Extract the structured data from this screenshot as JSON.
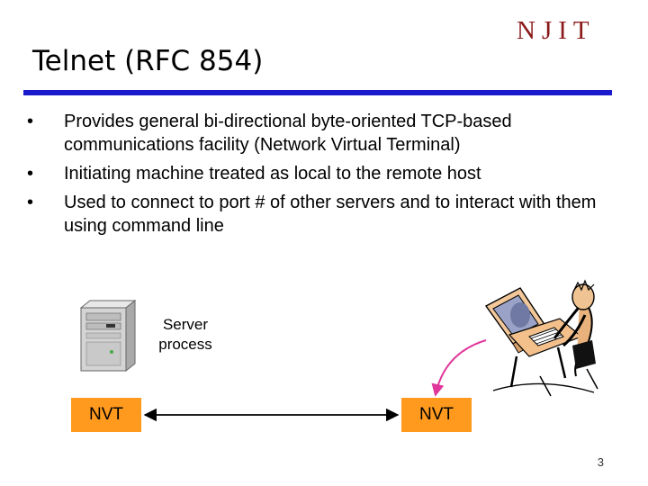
{
  "slide": {
    "title": "Telnet (RFC 854)",
    "logo_text": "NJIT",
    "bullets": [
      "Provides general bi-directional byte-oriented TCP-based communications facility (Network Virtual Terminal)",
      "Initiating machine treated as local to the remote host",
      "Used to connect to port # of other servers and to interact with them using command line"
    ],
    "bullet_glyph": "•",
    "diagram": {
      "server_label": "Server process",
      "nvt_left": "NVT",
      "nvt_right": "NVT"
    },
    "page_number": "3"
  },
  "colors": {
    "rule": "#1a1acc",
    "logo": "#8b1a1a",
    "nvt_box": "#ff9a1f",
    "arrow": "#e0369a"
  },
  "icons": [
    "server-tower-icon",
    "user-at-computer-icon"
  ]
}
